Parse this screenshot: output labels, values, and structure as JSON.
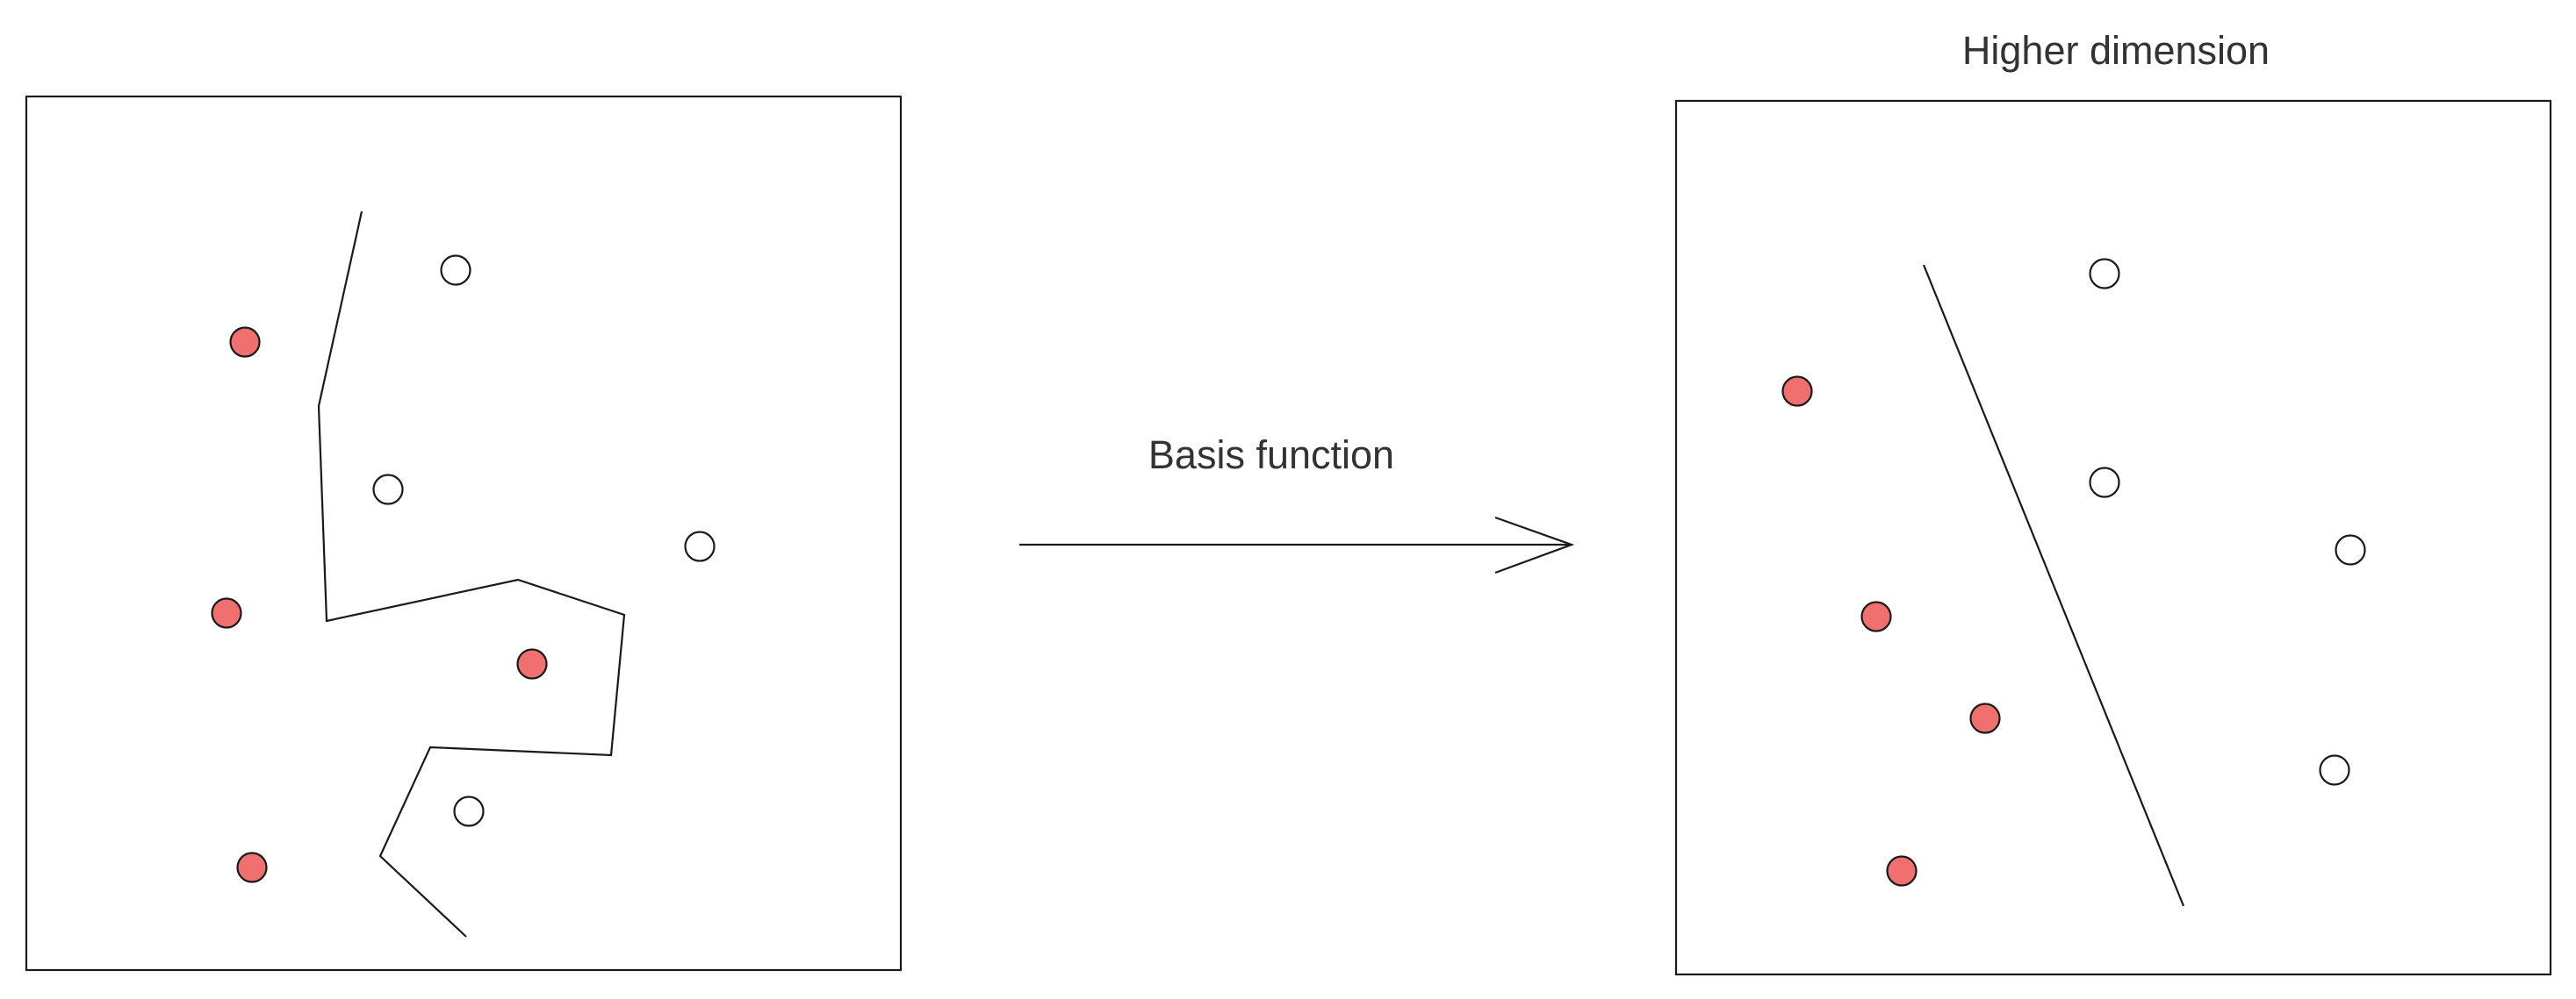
{
  "arrow": {
    "label": "Basis function"
  },
  "right_panel": {
    "title": "Higher dimension"
  },
  "colors": {
    "filled_point": "#f07070",
    "hollow_point": "#ffffff",
    "stroke": "#1a1a1a",
    "text": "#333333"
  },
  "legend_semantics": {
    "filled": "red class",
    "hollow": "white class"
  }
}
